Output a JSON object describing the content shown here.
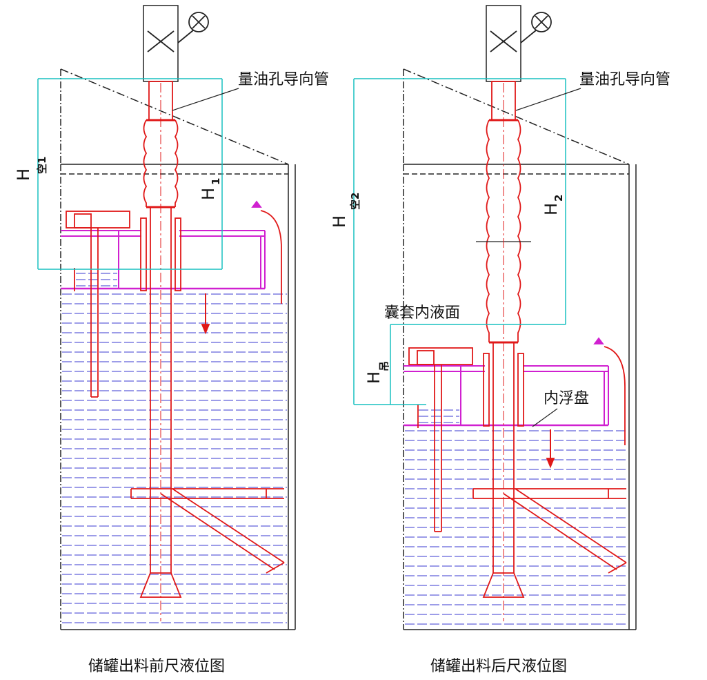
{
  "colors": {
    "pipe": "#e01818",
    "liquid_line": "#3a3ad0",
    "float_deck": "#d020d0",
    "dimension": "#19c0c0",
    "structure": "#222222"
  },
  "left_diagram": {
    "caption": "储罐出料前尺液位图",
    "pipe_label": "量油孔导向管",
    "dim_outer_main": "H",
    "dim_outer_sub": "空1",
    "dim_inner_main": "H",
    "dim_inner_sub": "1"
  },
  "right_diagram": {
    "caption": "储罐出料后尺液位图",
    "pipe_label": "量油孔导向管",
    "dim_outer_main": "H",
    "dim_outer_sub": "空2",
    "dim_inner_main": "H",
    "dim_inner_sub": "2",
    "bladder_label": "囊套内液面",
    "dim_hang_main": "H",
    "dim_hang_sub": "吊",
    "deck_label": "内浮盘"
  }
}
